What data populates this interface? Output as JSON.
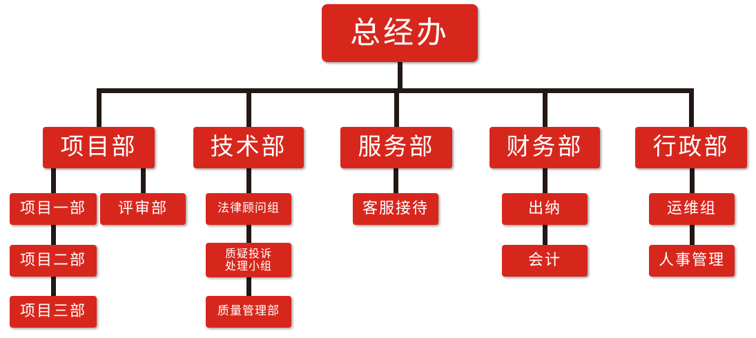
{
  "colors": {
    "box_fill": "#d7271d",
    "box_text": "#ffffff",
    "connector": "#231815",
    "background": "#ffffff"
  },
  "root": {
    "id": "ceo",
    "label": "总经办"
  },
  "departments": [
    {
      "id": "project",
      "label": "项目部",
      "subgroups": [
        {
          "id": "project-1",
          "label": "项目一部"
        },
        {
          "id": "project-2",
          "label": "项目二部"
        },
        {
          "id": "project-3",
          "label": "项目三部"
        },
        {
          "id": "review",
          "label": "评审部"
        }
      ]
    },
    {
      "id": "tech",
      "label": "技术部",
      "subgroups": [
        {
          "id": "legal",
          "label": "法律顾问组"
        },
        {
          "id": "complaint",
          "label": "质疑投诉\n处理小组"
        },
        {
          "id": "quality",
          "label": "质量管理部"
        }
      ]
    },
    {
      "id": "service",
      "label": "服务部",
      "subgroups": [
        {
          "id": "customer-service",
          "label": "客服接待"
        }
      ]
    },
    {
      "id": "finance",
      "label": "财务部",
      "subgroups": [
        {
          "id": "cashier",
          "label": "出纳"
        },
        {
          "id": "accounting",
          "label": "会计"
        }
      ]
    },
    {
      "id": "admin",
      "label": "行政部",
      "subgroups": [
        {
          "id": "ops",
          "label": "运维组"
        },
        {
          "id": "hr",
          "label": "人事管理"
        }
      ]
    }
  ]
}
